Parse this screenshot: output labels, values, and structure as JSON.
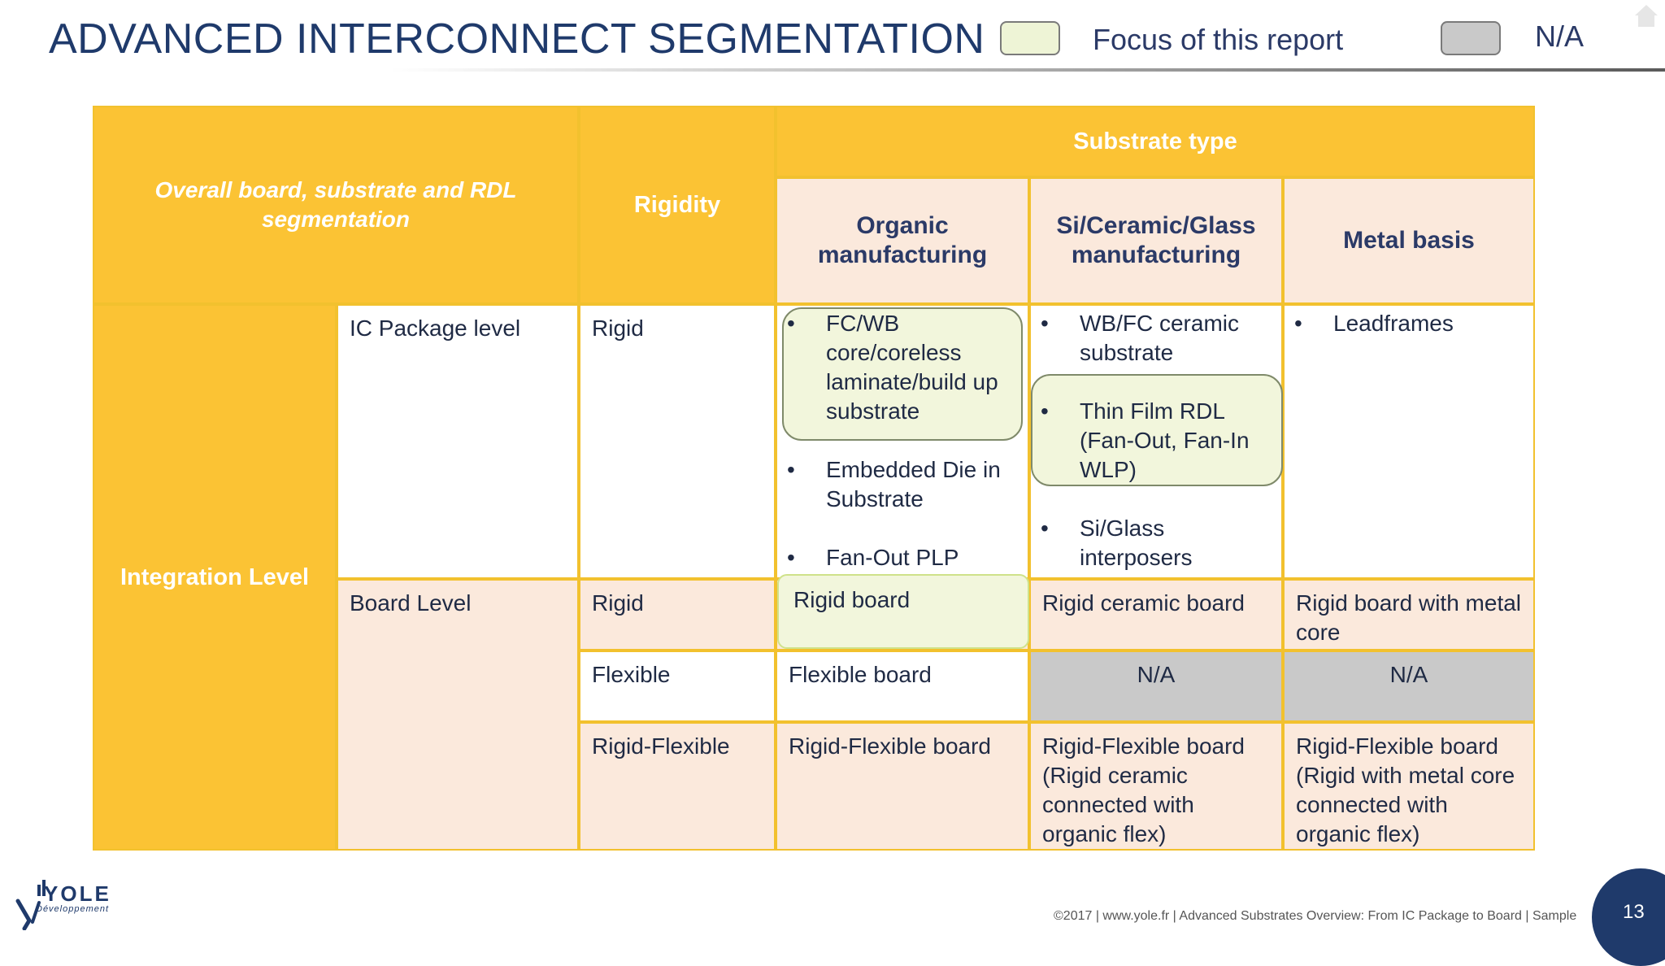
{
  "header": {
    "title": "ADVANCED INTERCONNECT SEGMENTATION",
    "legend": [
      {
        "label": "Focus of this report",
        "color": "#eef4d6"
      },
      {
        "label": "N/A",
        "color": "#c9c9c9"
      }
    ]
  },
  "table": {
    "corner_header": "Overall board, substrate and RDL segmentation",
    "rigidity_header": "Rigidity",
    "substrate_type_header": "Substrate type",
    "substrate_columns": [
      "Organic manufacturing",
      "Si/Ceramic/Glass manufacturing",
      "Metal basis"
    ],
    "integration_level": "Integration Level",
    "ic_package": {
      "level": "IC Package level",
      "rigidity": "Rigid",
      "organic": [
        "FC/WB core/coreless laminate/build up substrate",
        "Embedded Die in Substrate",
        "Fan-Out PLP"
      ],
      "si_ceramic_glass": [
        "WB/FC ceramic substrate",
        "Thin Film RDL (Fan-Out, Fan-In WLP)",
        "Si/Glass interposers"
      ],
      "metal": [
        "Leadframes"
      ]
    },
    "board": {
      "level": "Board Level",
      "rows": [
        {
          "rigidity": "Rigid",
          "organic": "Rigid board",
          "si_ceramic_glass": "Rigid ceramic board",
          "metal": "Rigid board with metal core"
        },
        {
          "rigidity": "Flexible",
          "organic": "Flexible board",
          "si_ceramic_glass": "N/A",
          "metal": "N/A"
        },
        {
          "rigidity": "Rigid-Flexible",
          "organic": "Rigid-Flexible board",
          "si_ceramic_glass": "Rigid-Flexible board (Rigid ceramic connected with organic flex)",
          "metal": "Rigid-Flexible board (Rigid with metal core connected with organic flex)"
        }
      ]
    },
    "bullet": "•"
  },
  "footer": {
    "logo_name": "YOLE",
    "logo_sub": "Développement",
    "copyright": "©2017 | www.yole.fr | Advanced Substrates Overview: From IC Package to Board | Sample",
    "page": "13"
  }
}
